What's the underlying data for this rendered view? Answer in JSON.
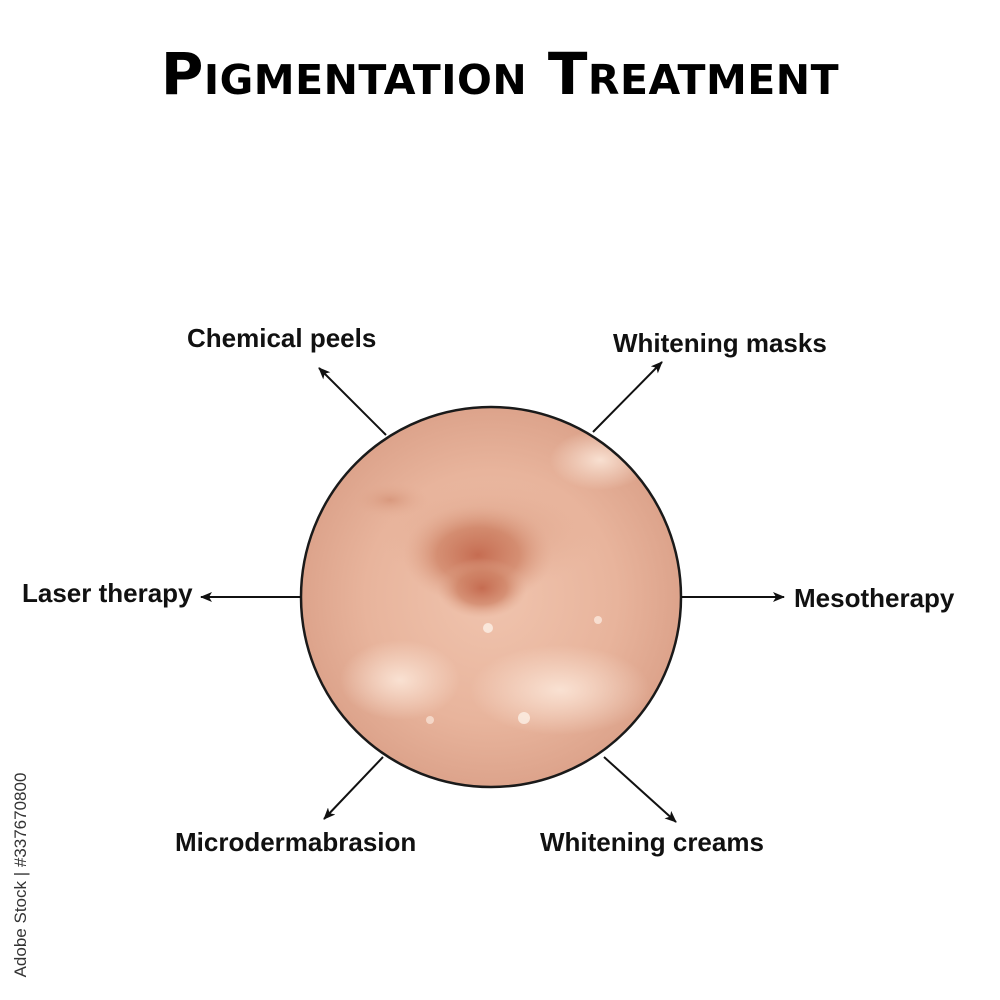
{
  "title": "Pigmentation Treatment",
  "center": {
    "subject": "skin-with-pigmentation-spot",
    "fill_color": "#e8b49c",
    "spot_color": "#c97a5e",
    "outline_color": "#1a1a1a"
  },
  "treatments": [
    {
      "key": "chemical_peels",
      "label": "Chemical peels"
    },
    {
      "key": "whitening_masks",
      "label": "Whitening masks"
    },
    {
      "key": "laser_therapy",
      "label": "Laser therapy"
    },
    {
      "key": "mesotherapy",
      "label": "Mesotherapy"
    },
    {
      "key": "microdermabrasion",
      "label": "Microdermabrasion"
    },
    {
      "key": "whitening_creams",
      "label": "Whitening creams"
    }
  ],
  "stock_id": "Adobe Stock | #337670800"
}
